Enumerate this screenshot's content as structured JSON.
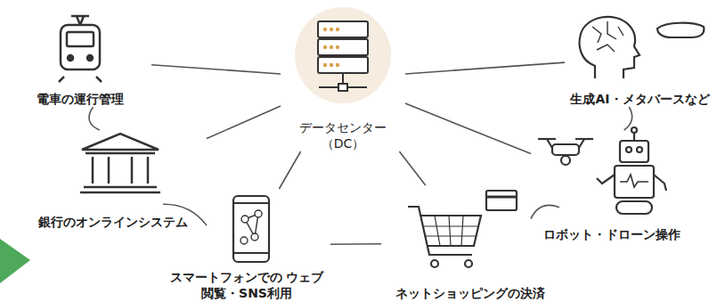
{
  "diagram": {
    "nodes": [
      {
        "text": [
          "電車の運行管理"
        ]
      },
      {
        "text": [
          "データセンター （DC）"
        ]
      },
      {
        "text": [
          "生成AI・メタバースなど"
        ]
      },
      {
        "text": [
          "銀行のオンラインシステム"
        ]
      },
      {
        "text": [
          "ロボット・ドローン操作"
        ]
      },
      {
        "text": [
          "スマートフォンでの ウェブ閲覧・SNS利用"
        ]
      },
      {
        "text": [
          "ネットショッピングの決済"
        ]
      }
    ],
    "edges": [
      {
        "from": 1,
        "to": 0,
        "arrow": "none"
      },
      {
        "from": 1,
        "to": 3,
        "arrow": "none"
      },
      {
        "from": 1,
        "to": 5,
        "arrow": "none"
      },
      {
        "from": 1,
        "to": 6,
        "arrow": "none"
      },
      {
        "from": 1,
        "to": 4,
        "arrow": "none"
      },
      {
        "from": 1,
        "to": 2,
        "arrow": "none"
      },
      {
        "from": 0,
        "to": 3,
        "arrow": "none"
      },
      {
        "from": 3,
        "to": 5,
        "arrow": "none"
      },
      {
        "from": 5,
        "to": 6,
        "arrow": "none"
      },
      {
        "from": 6,
        "to": 4,
        "arrow": "none"
      },
      {
        "from": 4,
        "to": 2,
        "arrow": "none"
      }
    ]
  }
}
